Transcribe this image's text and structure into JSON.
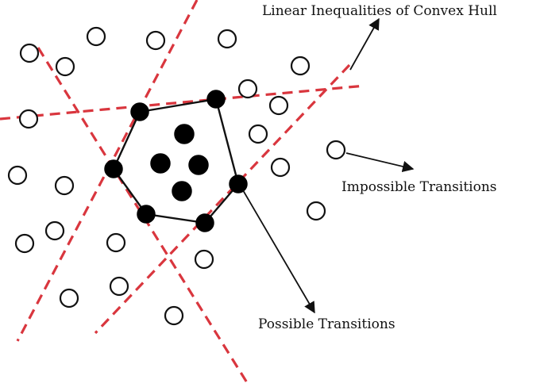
{
  "labels": {
    "convex_hull": "Linear Inequalities of Convex Hull",
    "impossible": "Impossible Transitions",
    "possible": "Possible Transitions"
  },
  "colors": {
    "boundary_dash": "#d9363e",
    "hull_edge": "#111111",
    "open_point_stroke": "#111111",
    "filled_point": "#000000",
    "arrow": "#111111"
  }
}
